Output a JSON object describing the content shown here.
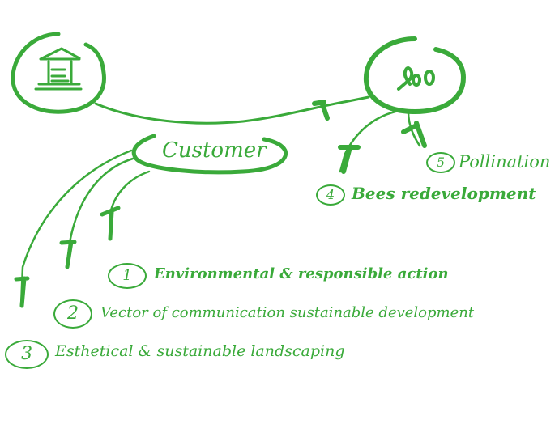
{
  "diagram": {
    "colors": {
      "ink": "#3aaa3a",
      "background": "#ffffff"
    },
    "nodes": {
      "beehive": {
        "icon": "beehive-icon"
      },
      "bees": {
        "icon": "bee-icon"
      },
      "customer": {
        "label": "Customer"
      }
    },
    "items": [
      {
        "number": "1",
        "label": "Environmental & responsible action"
      },
      {
        "number": "2",
        "label": "Vector of communication sustainable development"
      },
      {
        "number": "3",
        "label": "Esthetical & sustainable landscaping"
      },
      {
        "number": "4",
        "label": "Bees redevelopment"
      },
      {
        "number": "5",
        "label": "Pollination"
      }
    ]
  }
}
